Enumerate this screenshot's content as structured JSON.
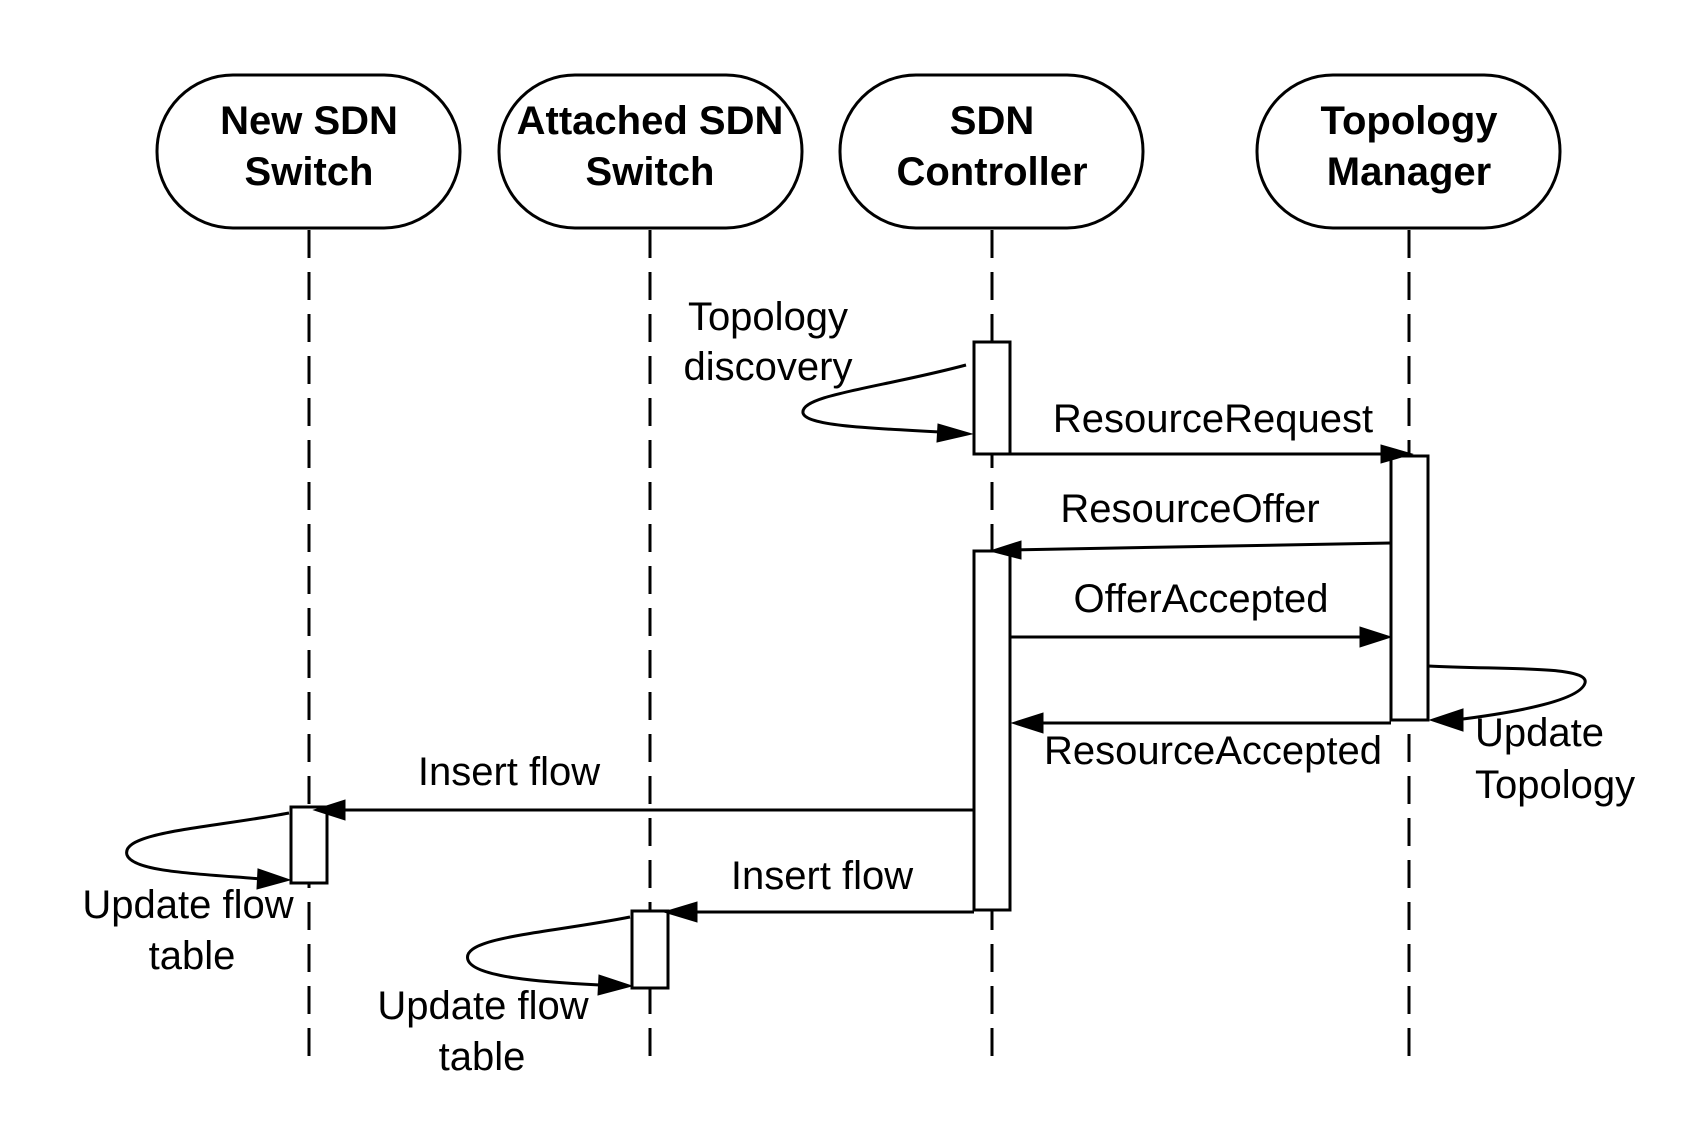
{
  "participants": [
    {
      "id": "new",
      "line1": "New SDN",
      "line2": "Switch"
    },
    {
      "id": "attached",
      "line1": "Attached SDN",
      "line2": "Switch"
    },
    {
      "id": "controller",
      "line1": "SDN",
      "line2": "Controller"
    },
    {
      "id": "topology",
      "line1": "Topology",
      "line2": "Manager"
    }
  ],
  "messages": {
    "topology_discovery": {
      "line1": "Topology",
      "line2": "discovery"
    },
    "resource_request": "ResourceRequest",
    "resource_offer": "ResourceOffer",
    "offer_accepted": "OfferAccepted",
    "resource_accepted": "ResourceAccepted",
    "update_topology": {
      "line1": "Update",
      "line2": "Topology"
    },
    "insert_flow_new": "Insert flow",
    "insert_flow_attached": "Insert flow",
    "update_flow_new": {
      "line1": "Update flow",
      "line2": "table"
    },
    "update_flow_attached": {
      "line1": "Update flow",
      "line2": "table"
    }
  }
}
